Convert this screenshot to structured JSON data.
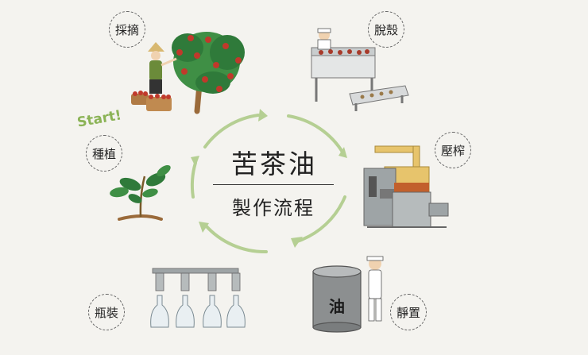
{
  "title": {
    "main": "苦茶油",
    "sub": "製作流程"
  },
  "start_label": "Start!",
  "steps": [
    {
      "label": "採摘"
    },
    {
      "label": "脫殼"
    },
    {
      "label": "壓榨"
    },
    {
      "label": "靜置"
    },
    {
      "label": "瓶裝"
    },
    {
      "label": "種植"
    }
  ],
  "barrel_text": "油",
  "colors": {
    "background": "#f4f3ef",
    "cycle_arrow": "#b5cf93",
    "start_text": "#8bb356",
    "leaf_green": "#2f7a3a",
    "fruit_red": "#c0392b",
    "trunk_brown": "#9a6a3a",
    "machine_gray": "#9ea4a6",
    "pipe_yellow": "#e7c46c"
  }
}
